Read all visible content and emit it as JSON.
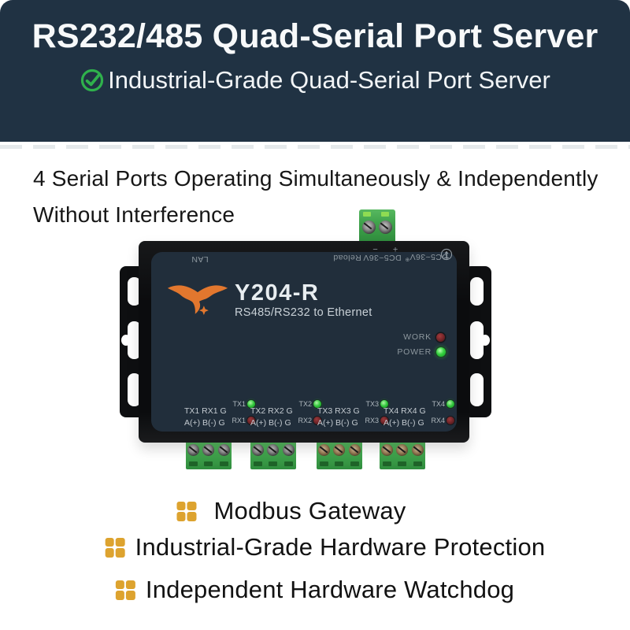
{
  "banner": {
    "title": "RS232/485 Quad-Serial Port Server",
    "subtitle": "Industrial-Grade Quad-Serial Port Server",
    "bg_color": "#203243",
    "check_color": "#2fb14c"
  },
  "intro": {
    "line1": "4 Serial Ports Operating Simultaneously & Independently",
    "line2": "Without Interference"
  },
  "device": {
    "model": "Y204-R",
    "model_subtitle": "RS485/RS232 to Ethernet",
    "logo_color": "#e2772e",
    "panel_color": "#212e3b",
    "top_labels": {
      "lan": "LAN",
      "reload": "Reload",
      "dc1": "DC5~36V",
      "polarity": "+ −",
      "dc2": "DC5~36V",
      "reg_symbol": "⊕"
    },
    "status_leds": [
      {
        "label": "WORK",
        "state": "off",
        "color": "#6d2226"
      },
      {
        "label": "POWER",
        "state": "on",
        "color": "#35d13f"
      }
    ],
    "ports": [
      {
        "row1": "TX1  RX1  G",
        "row2": "A(+) B(-) G",
        "tx": "TX1",
        "rx": "RX1"
      },
      {
        "row1": "TX2  RX2  G",
        "row2": "A(+) B(-) G",
        "tx": "TX2",
        "rx": "RX2"
      },
      {
        "row1": "TX3  RX3  G",
        "row2": "A(+) B(-) G",
        "tx": "TX3",
        "rx": "RX3"
      },
      {
        "row1": "TX4  RX4  G",
        "row2": "A(+) B(-) G",
        "tx": "TX4",
        "rx": "RX4"
      }
    ]
  },
  "features": [
    {
      "label": "Modbus Gateway"
    },
    {
      "label": "Industrial-Grade Hardware Protection"
    },
    {
      "label": "Independent Hardware Watchdog"
    }
  ],
  "colors": {
    "feature_icon": "#dda32f",
    "terminal_green": "#3fa24b",
    "banner_navy": "#203243"
  }
}
